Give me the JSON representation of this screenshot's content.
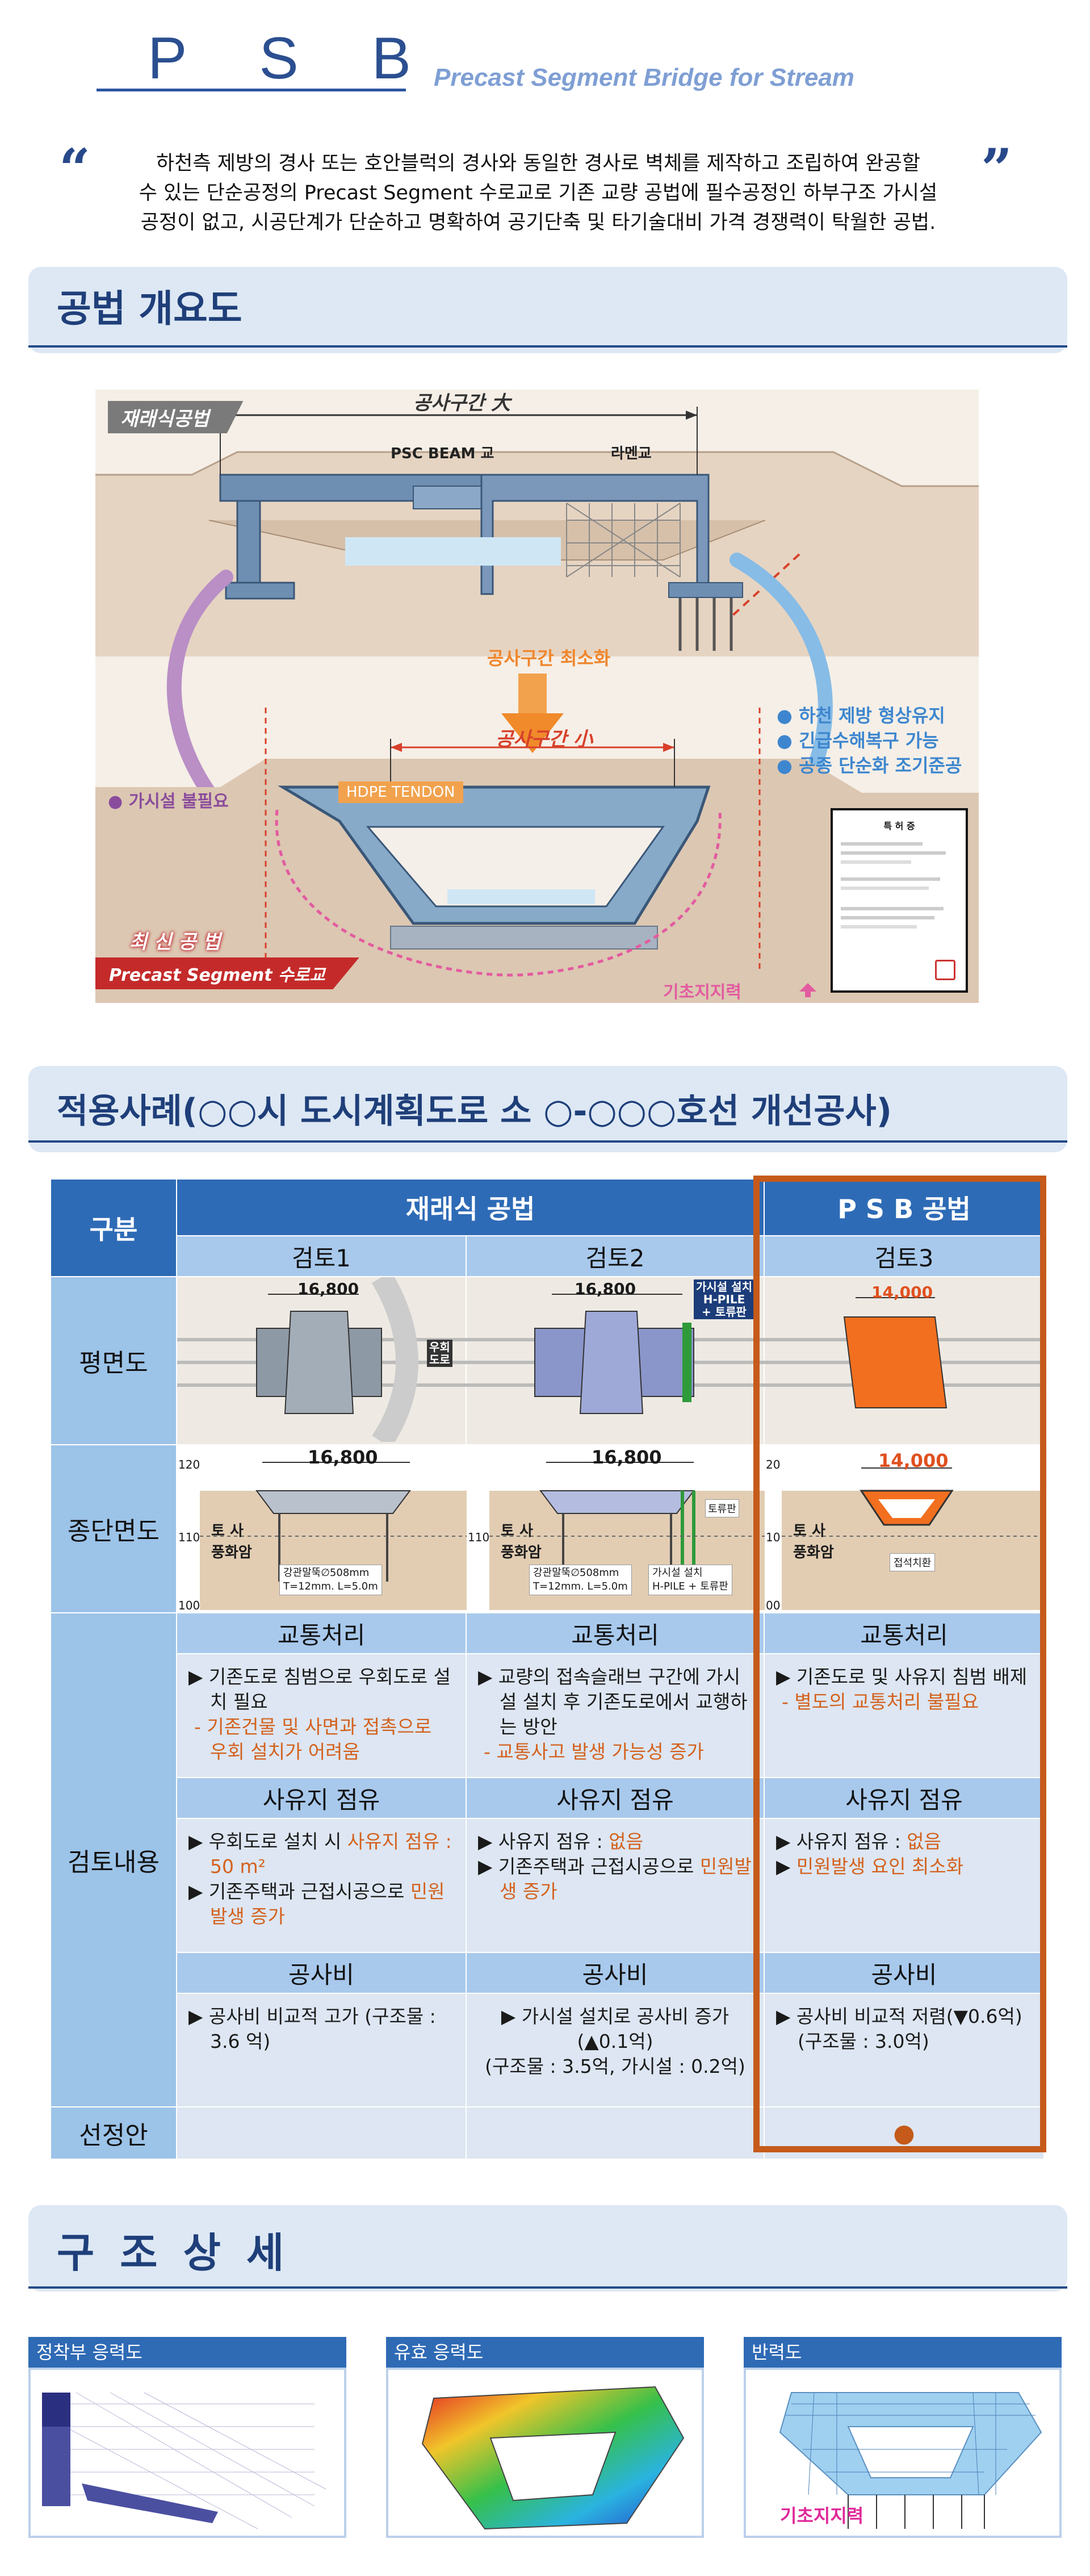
{
  "header": {
    "logo": "P S B",
    "subtitle": "Precast Segment Bridge for Stream",
    "quote_open": "“",
    "quote_close": "”",
    "intro": [
      "하천측 제방의 경사 또는 호안블럭의 경사와 동일한 경사로 벽체를 제작하고 조립하여 완공할",
      "수 있는 단순공정의 Precast Segment 수로교로 기존 교량 공법에 필수공정인 하부구조 가시설",
      "공정이 없고, 시공단계가 단순하고 명확하여 공기단축 및 타기술대비 가격 경쟁력이 탁월한 공법."
    ]
  },
  "overview": {
    "title": "공법 개요도",
    "conventional_tag": "재래식공법",
    "span_large": "공사구간 大",
    "psc_beam": "PSC BEAM 교",
    "rahmen": "라멘교",
    "minimize": "공사구간 최소화",
    "span_small": "공사구간 小",
    "hdpe": "HDPE TENDON",
    "no_temp": "● 가시설 불필요",
    "benefits": [
      "● 하천 제방 형상유지",
      "● 긴급수해복구 가능",
      "● 공종 단순화 조기준공"
    ],
    "latest_tag": "최 신 공 법",
    "latest_name": "Precast Segment 수로교",
    "foundation": "기초지지력",
    "cert_title": "특 허 증",
    "colors": {
      "conventional": "#8a4c9c",
      "new": "#3d86cf",
      "accent": "#e0501f"
    }
  },
  "case": {
    "title": "적용사례(○○시 도시계획도로 소 ○-○○○호선 개선공사)",
    "col_category": "구분",
    "col_conventional": "재래식 공법",
    "col_psb": "P S B 공법",
    "reviews": [
      "검토1",
      "검토2",
      "검토3"
    ],
    "rows": {
      "plan": "평면도",
      "section": "종단면도",
      "review": "검토내용",
      "selected": "선정안"
    },
    "plan_dims": [
      "16,800",
      "16,800",
      "14,000"
    ],
    "plan_notes": {
      "detour": "우회\n도로",
      "temp": "가시설 설치\nH-PILE\n+ 토류판"
    },
    "section": {
      "dims": [
        "16,800",
        "16,800",
        "14,000"
      ],
      "elev_left": [
        "120",
        "110",
        "100"
      ],
      "elev_right": [
        "20",
        "10",
        "00"
      ],
      "soil": "토  사",
      "rock": "풍화암",
      "pile1": "강관말뚝∅508mm\nT=12mm. L=5.0m",
      "pile2": "강관말뚝∅508mm\nT=12mm. L=5.0m",
      "temp2": "가시설 설치\nH-PILE + 토류판",
      "earth_wall": "토류판",
      "contact": "접석치환"
    },
    "traffic_hd": "교통처리",
    "traffic": [
      {
        "main": "▶ 기존도로 침범으로 우회도로 설치 필요",
        "note": "- 기존건물 및 사면과 접촉으로 우회 설치가 어려움"
      },
      {
        "main": "▶ 교량의 접속슬래브 구간에 가시설 설치 후 기존도로에서 교행하는 방안",
        "note": "- 교통사고 발생 가능성 증가"
      },
      {
        "main": "▶ 기존도로 및 사유지 침범 배제",
        "note": "- 별도의 교통처리 불필요"
      }
    ],
    "land_hd": "사유지 점유",
    "land": [
      {
        "a": "▶ 우회도로 설치 시 ",
        "a_hl": "사유지 점유 : 50 m²",
        "b": "▶ 기존주택과 근접시공으로 ",
        "b_hl": "민원발생 증가"
      },
      {
        "a": "▶ 사유지 점유 : ",
        "a_hl": "없음",
        "b": "▶ 기존주택과 근접시공으로 ",
        "b_hl": "민원발생 증가"
      },
      {
        "a": "▶ 사유지 점유 : ",
        "a_hl": "없음",
        "b": "▶ ",
        "b_hl": "민원발생 요인 최소화"
      }
    ],
    "cost_hd": "공사비",
    "cost": [
      [
        "▶ 공사비 비교적 고가 (구조물 : 3.6 억)"
      ],
      [
        "▶ 가시설 설치로 공사비 증가",
        "(▲0.1억)",
        "(구조물 : 3.5억, 가시설 : 0.2억)"
      ],
      [
        "▶ 공사비 비교적 저렴(▼0.6억)",
        "(구조물 : 3.0억)"
      ]
    ],
    "selected_mark": "●"
  },
  "structure": {
    "title": "구 조 상 세",
    "panels": [
      "정착부 응력도",
      "유효 응력도",
      "반력도"
    ],
    "foundation": "기초지지력"
  }
}
